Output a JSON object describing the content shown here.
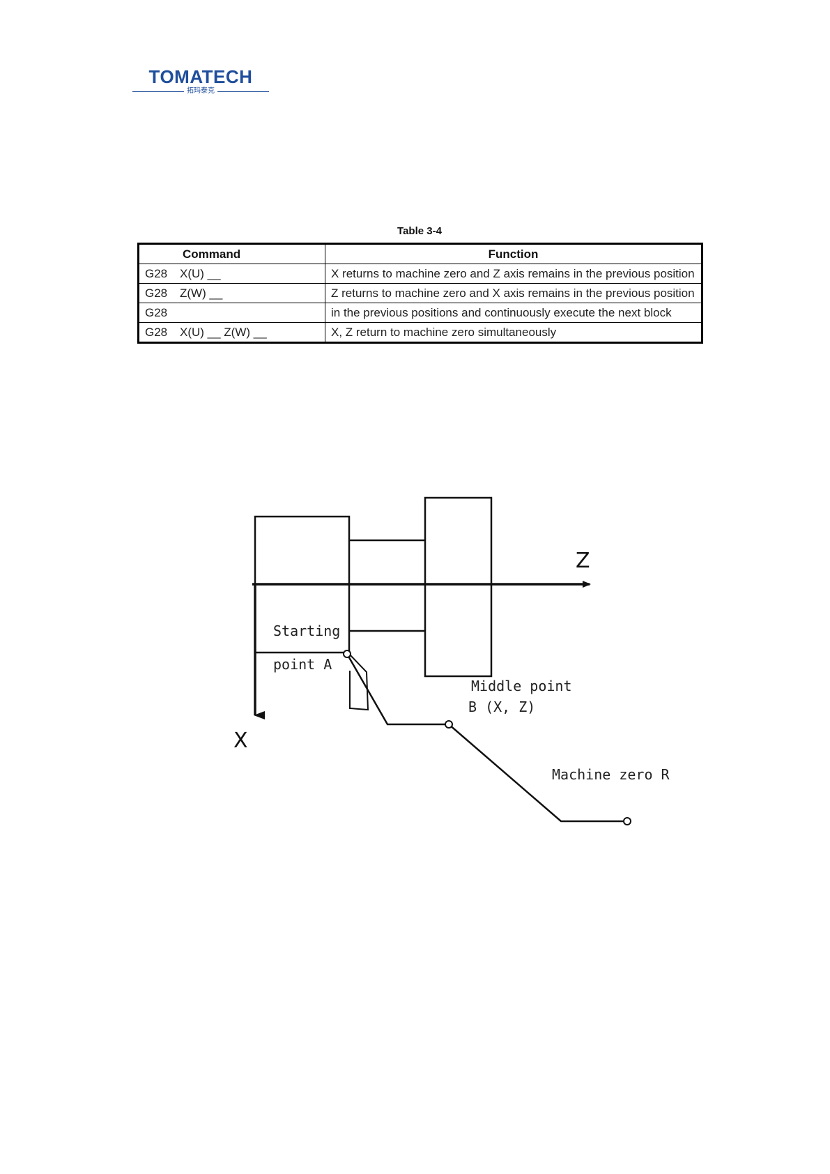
{
  "header": {
    "logo_main": "TOMATECH",
    "logo_sub": "拓玛泰克"
  },
  "table": {
    "caption": "Table 3-4",
    "headers": {
      "command": "Command",
      "function": "Function"
    },
    "rows": [
      {
        "cmd_g": "G28",
        "cmd_args": "X(U) __",
        "function": "X returns to machine zero and Z axis remains in the previous position"
      },
      {
        "cmd_g": "G28",
        "cmd_args": "Z(W) __",
        "function": "Z returns to machine zero and X axis remains in the previous position"
      },
      {
        "cmd_g": "G28",
        "cmd_args": "",
        "function": "in the previous positions and continuously execute the next block"
      },
      {
        "cmd_g": "G28",
        "cmd_args": "X(U) __ Z(W) __",
        "function": "X, Z return to machine zero simultaneously"
      }
    ]
  },
  "diagram": {
    "axis_z": "Z",
    "axis_x": "X",
    "starting_line1": "Starting",
    "starting_line2": "point A",
    "middle_line1": "Middle point",
    "middle_line2": "B (X, Z)",
    "machine_zero": "Machine zero R"
  }
}
